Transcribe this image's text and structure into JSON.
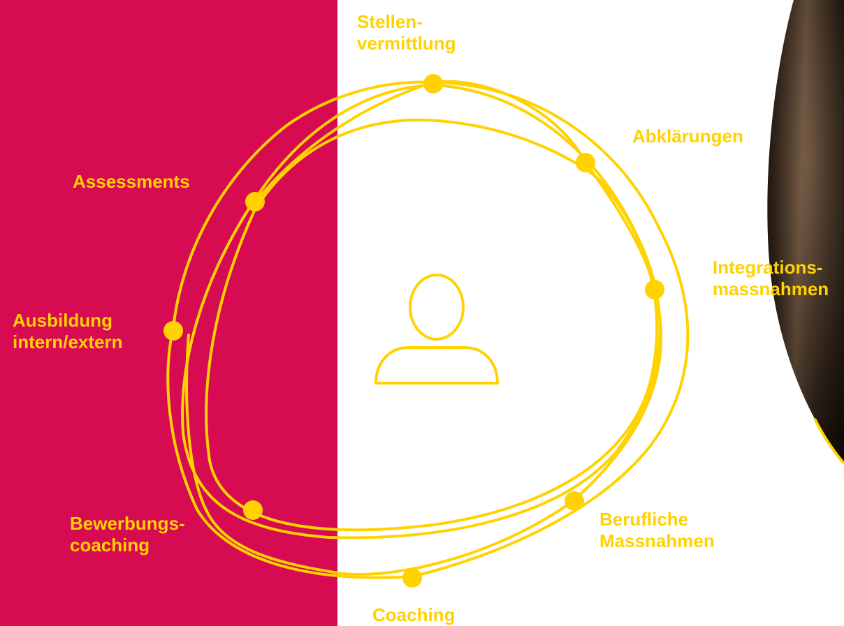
{
  "colors": {
    "accent": "#FFD200",
    "left_panel": "#D60B52",
    "background": "#FFFFFF"
  },
  "center_icon": "person-icon",
  "labels": {
    "stellenvermittlung": {
      "line1": "Stellen-",
      "line2": "vermittlung"
    },
    "abklaerungen": {
      "line1": "Abklärungen"
    },
    "assessments": {
      "line1": "Assessments"
    },
    "integrationsmassnahmen": {
      "line1": "Integrations-",
      "line2": "massnahmen"
    },
    "ausbildung": {
      "line1": "Ausbildung",
      "line2": "intern/extern"
    },
    "bewerbungscoaching": {
      "line1": "Bewerbungs-",
      "line2": "coaching"
    },
    "berufliche_massnahmen": {
      "line1": "Berufliche",
      "line2": "Massnahmen"
    },
    "coaching": {
      "line1": "Coaching"
    }
  }
}
